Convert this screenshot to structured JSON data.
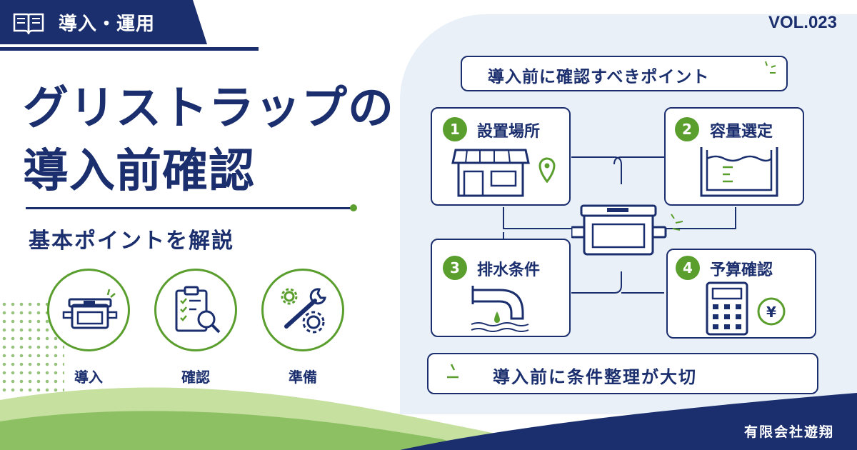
{
  "header": {
    "category": "導入・運用",
    "volume": "VOL.023"
  },
  "title": {
    "line1": "グリストラップの",
    "line2": "導入前確認"
  },
  "subtitle": "基本ポイントを解説",
  "features": [
    {
      "label": "導入",
      "icon": "grease-trap-icon"
    },
    {
      "label": "確認",
      "icon": "clipboard-search-icon"
    },
    {
      "label": "準備",
      "icon": "tools-gear-icon"
    }
  ],
  "panel": {
    "heading": "導入前に確認すべきポイント",
    "points": [
      {
        "number": "1",
        "label": "設置場所",
        "icon": "shop-location-icon"
      },
      {
        "number": "2",
        "label": "容量選定",
        "icon": "tank-capacity-icon"
      },
      {
        "number": "3",
        "label": "排水条件",
        "icon": "drain-pipe-icon"
      },
      {
        "number": "4",
        "label": "予算確認",
        "icon": "calculator-yen-icon"
      }
    ],
    "conclusion": "導入前に条件整理が大切"
  },
  "footer": {
    "company": "有限会社遊翔"
  },
  "colors": {
    "navy": "#1b2f6e",
    "green": "#5a9e2e",
    "light_green": "#a8d07a",
    "panel_bg": "#e9f0f8"
  }
}
